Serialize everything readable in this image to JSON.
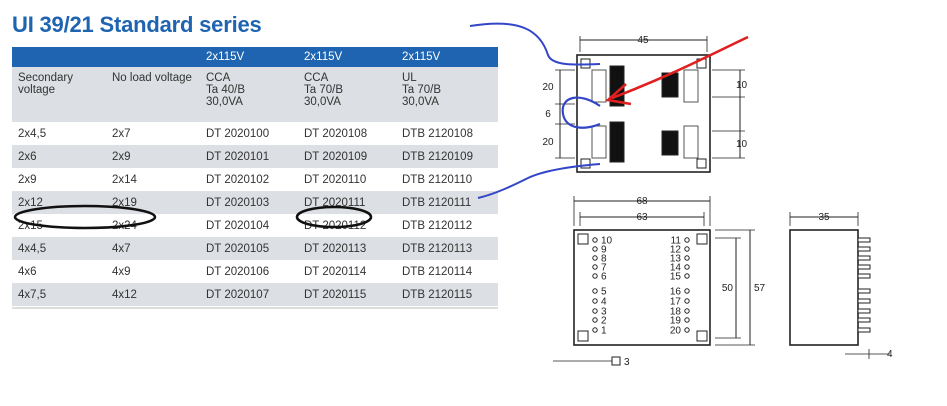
{
  "title": "UI 39/21 Standard series",
  "table": {
    "top_headers": [
      "",
      "",
      "2x115V",
      "2x115V",
      "2x115V"
    ],
    "sub_headers": [
      [
        "Secondary",
        "voltage"
      ],
      [
        "No load voltage"
      ],
      [
        "CCA",
        "Ta 40/B",
        "30,0VA"
      ],
      [
        "CCA",
        "Ta 70/B",
        "30,0VA"
      ],
      [
        "UL",
        "Ta 70/B",
        "30,0VA"
      ]
    ],
    "rows": [
      [
        "2x4,5",
        "2x7",
        "DT 2020100",
        "DT 2020108",
        "DTB 2120108"
      ],
      [
        "2x6",
        "2x9",
        "DT 2020101",
        "DT 2020109",
        "DTB 2120109"
      ],
      [
        "2x9",
        "2x14",
        "DT 2020102",
        "DT 2020110",
        "DTB 2120110"
      ],
      [
        "2x12",
        "2x19",
        "DT 2020103",
        "DT 2020111",
        "DTB 2120111"
      ],
      [
        "2x15",
        "2x24",
        "DT 2020104",
        "DT 2020112",
        "DTB 2120112"
      ],
      [
        "4x4,5",
        "4x7",
        "DT 2020105",
        "DT 2020113",
        "DTB 2120113"
      ],
      [
        "4x6",
        "4x9",
        "DT 2020106",
        "DT 2020114",
        "DTB 2120114"
      ],
      [
        "4x7,5",
        "4x12",
        "DT 2020107",
        "DT 2020115",
        "DTB 2120115"
      ]
    ]
  },
  "drawing_top": {
    "width": "45",
    "left_dims": [
      "20",
      "6",
      "20"
    ],
    "right_dims": [
      "10",
      "10"
    ]
  },
  "drawing_pins": {
    "outer_width": "68",
    "inner_width": "63",
    "pins_left": [
      "10",
      "9",
      "8",
      "7",
      "6",
      "5",
      "4",
      "3",
      "2",
      "1"
    ],
    "pins_right": [
      "11",
      "12",
      "13",
      "14",
      "15",
      "16",
      "17",
      "18",
      "19",
      "20"
    ],
    "height_inner": "50",
    "height_outer": "57",
    "pin_square": "3"
  },
  "drawing_side": {
    "depth": "35",
    "pin_len": "4"
  },
  "colors": {
    "header_blue": "#1f64b0",
    "row_gray": "#dcdfe3",
    "annotation_blue": "#3346c8",
    "annotation_red": "#e02020"
  }
}
